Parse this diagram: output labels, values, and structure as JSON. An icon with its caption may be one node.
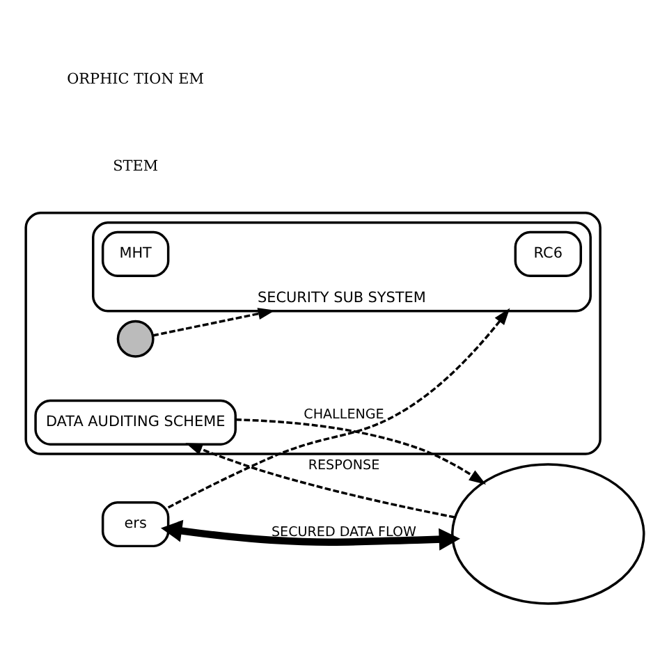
{
  "diagram": {
    "nodes": [
      {
        "text": [],
        "shape": "box"
      },
      {
        "text": [
          "DATA AUDITING SCHEME"
        ],
        "in": 0
      },
      {
        "text": [],
        "shape": "person",
        "in": 0
      },
      {
        "text": [
          "ers"
        ]
      },
      {
        "text": [],
        "shape": "cloud"
      },
      {
        "text": [
          "SECURITY SUB SYSTEM"
        ],
        "in": 0
      },
      {
        "text": [
          "RC6"
        ],
        "in": 5
      },
      {
        "text": [
          "MHT"
        ],
        "in": 5
      }
    ],
    "edges": [
      {
        "from": 1,
        "to": 4,
        "arrow": "to",
        "style": "dashed",
        "label": "CHALLENGE"
      },
      {
        "from": 4,
        "to": 1,
        "arrow": "to",
        "style": "dashed",
        "label": "RESPONSE"
      },
      {
        "from": 3,
        "to": 4,
        "arrow": "both",
        "style": "thick",
        "label": "SECURED DATA FLOW"
      },
      {
        "from": 2,
        "to": 5,
        "arrow": "to",
        "style": "dashed"
      },
      {
        "from": 3,
        "to": 5,
        "arrow": "to",
        "style": "dashed"
      }
    ],
    "labels": [
      "STEM",
      "ORPHIC TION EM"
    ]
  }
}
